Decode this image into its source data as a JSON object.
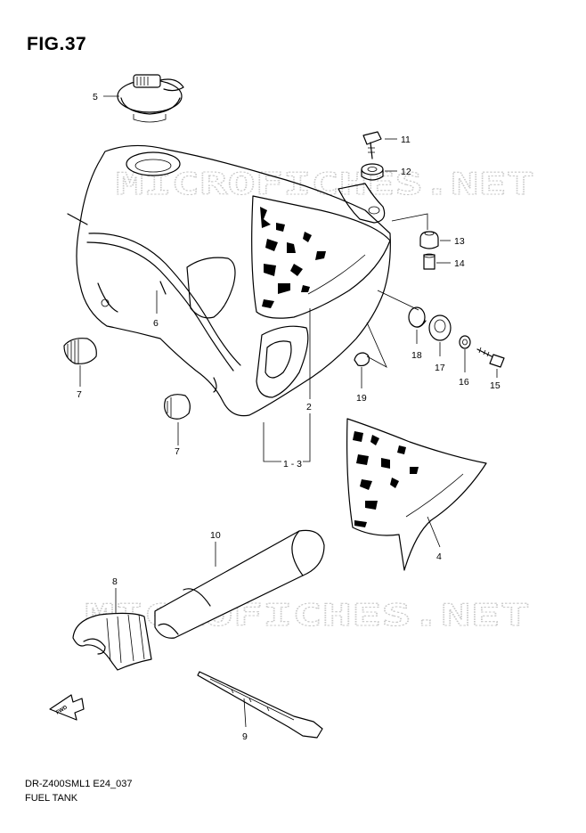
{
  "figure": {
    "title": "FIG.37"
  },
  "watermark": {
    "text": "MICROFICHES.NET",
    "color": "#c8c8c8"
  },
  "footer": {
    "model_code": "DR-Z400SML1 E24_037",
    "section_name": "FUEL TANK"
  },
  "callouts": {
    "c5": "5",
    "c6": "6",
    "c7a": "7",
    "c7b": "7",
    "c11": "11",
    "c12": "12",
    "c13": "13",
    "c14": "14",
    "c18": "18",
    "c17": "17",
    "c16": "16",
    "c15": "15",
    "c19": "19",
    "c2": "2",
    "c13range": "1 - 3",
    "c4": "4",
    "c10": "10",
    "c8": "8",
    "c9": "9"
  },
  "fwd_marker": {
    "label": "FWD"
  }
}
